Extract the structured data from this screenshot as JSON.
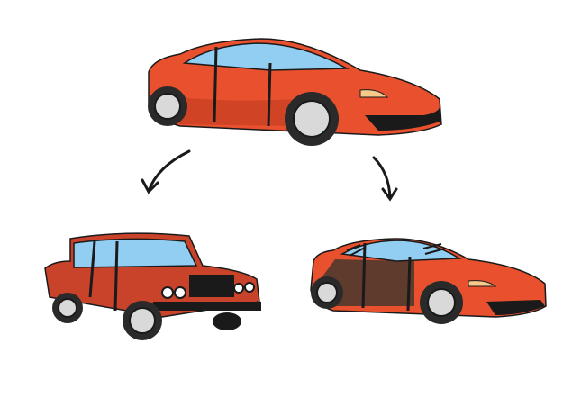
{
  "colors": {
    "body_red": "#e8502e",
    "body_shadow": "#c63f22",
    "window_blue": "#92cdf2",
    "outline": "#1a1a1a",
    "rust_brown": "#5e3b2c",
    "tire": "#2a2a2a",
    "rim": "#d9d9d9",
    "headlight": "#f7c98b",
    "background": "#ffffff"
  },
  "scene": {
    "cars": [
      "modern-sedan",
      "vintage-sedan",
      "damaged-modern-sedan"
    ],
    "arrows": [
      "left-arrow",
      "right-arrow"
    ]
  }
}
